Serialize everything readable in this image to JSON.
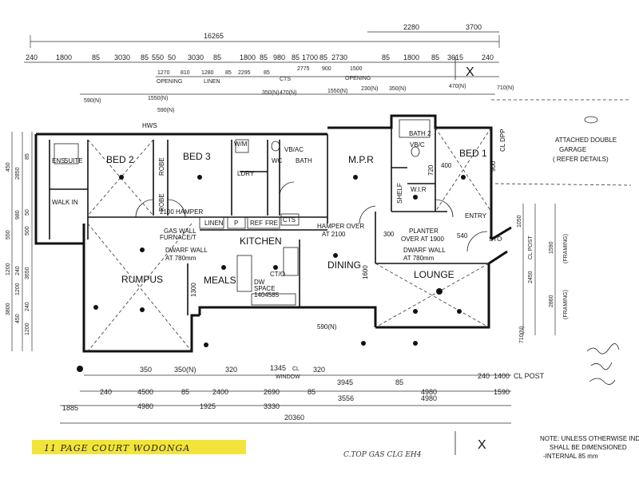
{
  "overall_top": "16265",
  "overall_bottom": "20360",
  "top_row1": [
    "2280",
    "3700"
  ],
  "top_row2": [
    "240",
    "1800",
    "85",
    "3030",
    "85",
    "550",
    "50",
    "3030",
    "85",
    "1800",
    "85",
    "980",
    "85",
    "1700",
    "85",
    "2730",
    "85",
    "1800",
    "85",
    "3615",
    "240"
  ],
  "top_row3": [
    "1270",
    "810",
    "1280",
    "85",
    "2295",
    "85",
    "2775",
    "900",
    "1500"
  ],
  "top_row3_labels": [
    "OPENING",
    "LINEN",
    "CTS",
    "OPENING"
  ],
  "top_row4": [
    "590(N)",
    "1550(N)",
    "590(N)",
    "350(N)",
    "470(N)",
    "1550(N)",
    "230(N)",
    "350(N)",
    "470(N)",
    "710(N)"
  ],
  "left_dims": [
    "450",
    "2850",
    "85",
    "980",
    "50",
    "500",
    "550",
    "1200",
    "240",
    "1200",
    "3650",
    "240",
    "3800",
    "450",
    "1200"
  ],
  "right_dims": [
    "1050",
    "1590",
    "2450",
    "CL POST",
    "2860",
    "(FRAMING)",
    "(FRAMING)",
    "710(N)"
  ],
  "bottom_row1": [
    "350",
    "350(N)",
    "320",
    "1345",
    "CL",
    "WINDOW",
    "320",
    "240",
    "1400",
    "CL POST"
  ],
  "bottom_row2": [
    "240",
    "4500",
    "85",
    "2400",
    "2690",
    "85",
    "3945",
    "85",
    "4980",
    "1590"
  ],
  "bottom_row3": [
    "1885",
    "4980",
    "1925",
    "3330",
    "3556",
    "4980"
  ],
  "rooms": {
    "ens": "ENS.",
    "suite": "SUITE",
    "walkin": "WALK IN",
    "robe": "ROBE",
    "bed2": "BED 2",
    "bed3": "BED 3",
    "robe2": "ROBE",
    "wm": "W/M",
    "ldry": "LDRY",
    "wc": "WC",
    "vb": "VB/AC",
    "bath": "BATH",
    "mpr": "M.P.R",
    "bath2": "BATH 2",
    "vb2": "VB/C",
    "shelf": "SHELF",
    "wir": "W.I.R",
    "bed1": "BED 1",
    "rumpus": "RUMPUS",
    "meals": "MEALS",
    "kitchen": "KITCHEN",
    "dining": "DINING",
    "lounge": "LOUNGE",
    "entry": "ENTRY",
    "linen": "LINEN",
    "p": "P",
    "ref": "REF",
    "fre": "FRE",
    "cts": "CTS"
  },
  "notes": {
    "hamper": "2100 HAMPER",
    "gaswall": "GAS WALL",
    "furnace": "FURNACE/T",
    "dwarf1": "DWARF WALL",
    "dwarf1b": "AT 780mm",
    "hamper_over": "HAMPER OVER",
    "hamper_over_b": "AT 2100",
    "planter": "PLANTER",
    "planter_b": "OVER AT 1900",
    "dwarf2": "DWARF WALL",
    "dwarf2b": "AT 780mm",
    "dw": "DW",
    "space": "SPACE",
    "n1": "1404585",
    "ct": "CT/O",
    "sto": "STO",
    "hws": "HWS",
    "dim_1600": "1600",
    "dim_1300": "1300",
    "dim_300": "300",
    "dim_540": "540",
    "dim_400": "400",
    "dim_720": "720",
    "dim_900": "900",
    "dpp": "CL DPP",
    "dim_590n": "590(N)"
  },
  "garage": {
    "line1": "ATTACHED DOUBLE",
    "line2": "GARAGE",
    "line3": "( REFER DETAILS)"
  },
  "markers": [
    "X",
    "X"
  ],
  "footer": {
    "address": "11 PAGE COURT  WODONGA",
    "scrawl": "C.TOP   GAS   CLG  EH4",
    "note1": "NOTE: UNLESS OTHERWISE IND",
    "note2": "SHALL BE DIMENSIONED",
    "note3": "-INTERNAL 85 mm"
  },
  "colors": {
    "paper": "#ffffff",
    "ink": "#111111",
    "highlight": "#f2e43a"
  }
}
